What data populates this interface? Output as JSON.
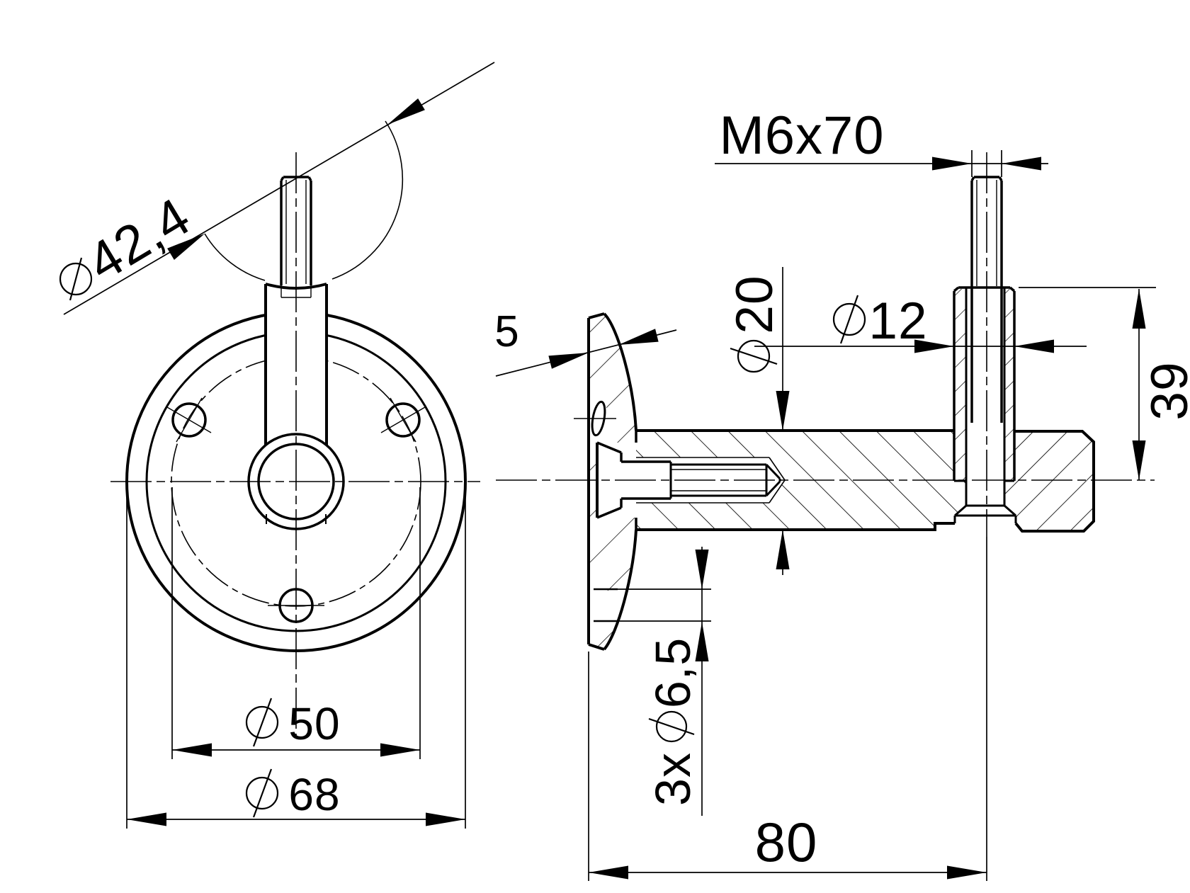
{
  "drawing": {
    "title": "Handrail bracket - two view technical drawing",
    "background_color": "#ffffff",
    "line_color": "#000000",
    "views": {
      "front_view": "flange with 3 mounting holes, saddle post and threaded stud",
      "side_view": "sectioned wall plate, cylindrical arm, vertical tube with stud"
    },
    "dimensions": {
      "handrail_diameter": {
        "value": "42,4",
        "diameter_symbol": true
      },
      "stud_thread": {
        "value": "M6x70"
      },
      "arm_diameter": {
        "value": "20",
        "diameter_symbol": true
      },
      "tube_diameter": {
        "value": "12",
        "diameter_symbol": true
      },
      "tube_height": {
        "value": "39"
      },
      "plate_thickness": {
        "value": "5"
      },
      "bolt_circle": {
        "value": "50",
        "diameter_symbol": true
      },
      "flange_diameter": {
        "value": "68",
        "diameter_symbol": true
      },
      "mounting_holes": {
        "count": "3x",
        "value": "6,5",
        "diameter_symbol": true
      },
      "overall_depth": {
        "value": "80"
      }
    }
  }
}
